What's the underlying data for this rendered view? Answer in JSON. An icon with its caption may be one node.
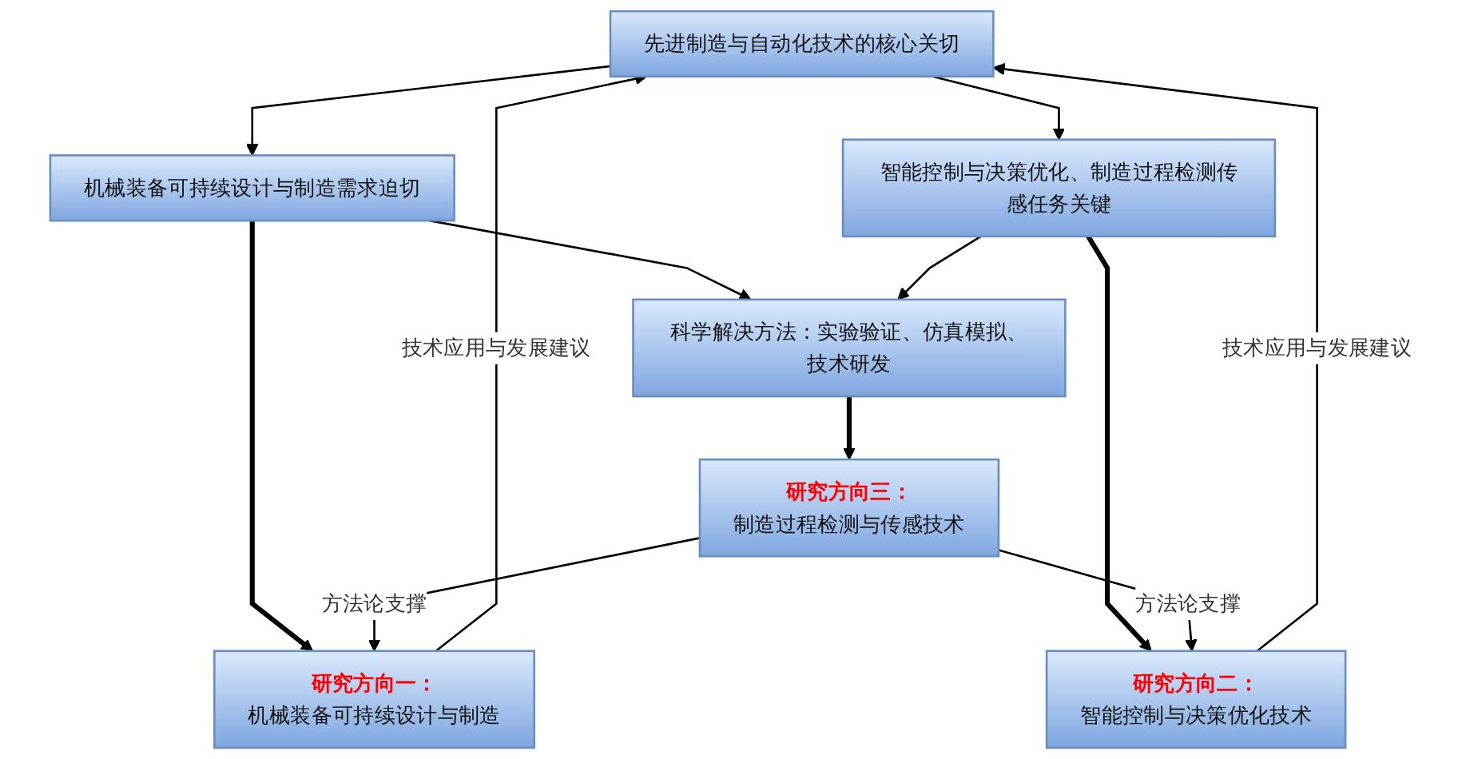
{
  "diagram": {
    "nodes": [
      {
        "text": [
          "先进制造与自动化技术的核心关切"
        ]
      },
      {
        "text": [
          "研究方向一：",
          "机械装备可持续设计与制造"
        ]
      },
      {
        "text": [
          "机械装备可持续设计与制造需求迫切"
        ]
      },
      {
        "text": [
          "智能控制与决策优化、制造过程检测传感任务关键"
        ]
      },
      {
        "text": [
          "研究方向二：",
          "智能控制与决策优化技术"
        ]
      },
      {
        "text": [
          "科学解决方法：实验验证、仿真模拟、技术研发"
        ]
      },
      {
        "text": [
          "研究方向三：",
          "制造过程检测与传感技术"
        ]
      }
    ],
    "edges": [
      {
        "from": 0,
        "to": 2,
        "arrow": "to"
      },
      {
        "from": 0,
        "to": 3,
        "arrow": "to"
      },
      {
        "from": 2,
        "to": 1,
        "arrow": "to",
        "style": "thick"
      },
      {
        "from": 3,
        "to": 4,
        "arrow": "to",
        "style": "thick"
      },
      {
        "from": 2,
        "to": 5,
        "arrow": "to"
      },
      {
        "from": 3,
        "to": 5,
        "arrow": "to"
      },
      {
        "from": 5,
        "to": 6,
        "arrow": "to",
        "style": "thick"
      },
      {
        "from": 1,
        "to": 0,
        "arrow": "to",
        "label": "技术应用与发展建议"
      },
      {
        "from": 4,
        "to": 0,
        "arrow": "to",
        "label": "技术应用与发展建议"
      },
      {
        "from": 6,
        "to": 1,
        "arrow": "to",
        "label": "方法论支撑"
      },
      {
        "from": 6,
        "to": 4,
        "arrow": "to",
        "label": "方法论支撑"
      }
    ]
  }
}
